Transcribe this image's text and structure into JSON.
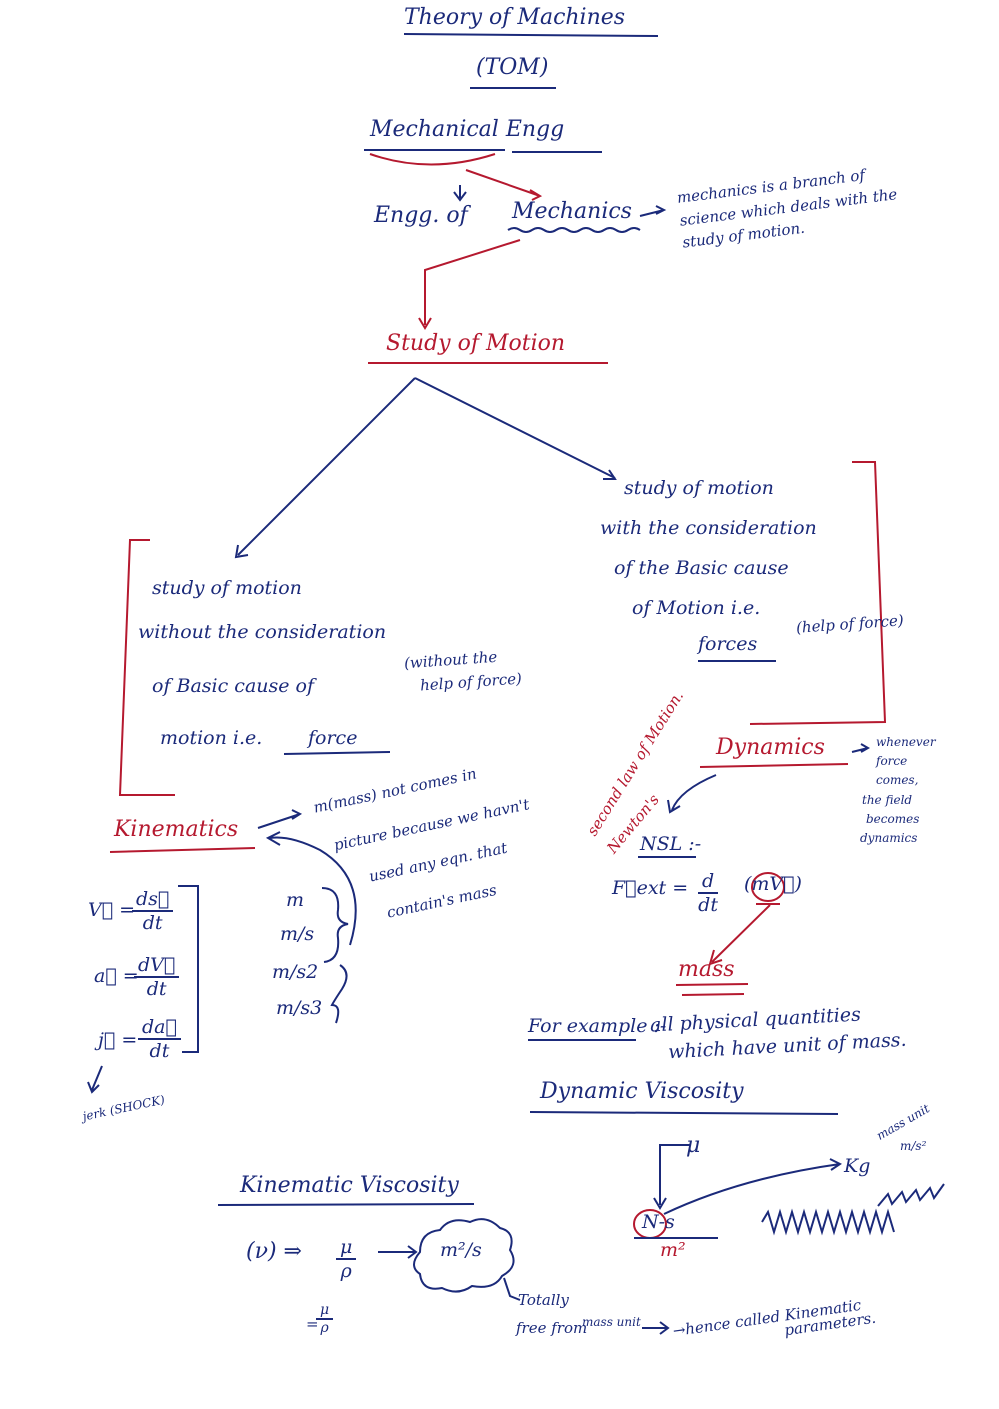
{
  "title": {
    "line1": "Theory of Machines",
    "line2": "(TOM)"
  },
  "top": {
    "mech_engg": "Mechanical Engg",
    "engg_of_mechanics": "Engg. of",
    "mechanics": "Mechanics",
    "mechanics_note": [
      "mechanics is a branch of",
      "science which deals with the",
      "study of motion."
    ],
    "study_of_motion": "Study of Motion"
  },
  "left_branch": {
    "lines": [
      "study of motion",
      "without the consideration",
      "of Basic cause of",
      "motion i.e."
    ],
    "force_word": "force",
    "aside": [
      "(without the",
      "help of force)"
    ],
    "kinematics": "Kinematics",
    "kin_note": [
      "m(mass) not comes in",
      "picture because we havn't",
      "used any eqn. that",
      "contain's mass"
    ],
    "eqs": [
      {
        "lhs": "V⃗ =",
        "num": "ds⃗",
        "den": "dt"
      },
      {
        "lhs": "a⃗ =",
        "num": "dV⃗",
        "den": "dt"
      },
      {
        "lhs": "j⃗ =",
        "num": "da⃗",
        "den": "dt"
      }
    ],
    "jerk": "jerk (SHOCK)",
    "units": [
      "m",
      "m/s",
      "m/s2",
      "m/s3"
    ]
  },
  "right_branch": {
    "lines": [
      "study of motion",
      "with the consideration",
      "of the Basic cause",
      "of Motion i.e."
    ],
    "forces_word": "forces",
    "aside": "(help of force)",
    "dynamics": "Dynamics",
    "dyn_note": [
      "whenever",
      "force",
      "comes,",
      "the field",
      "becomes",
      "dynamics"
    ],
    "newton_note": [
      "second law of Motion.",
      "Newton's"
    ],
    "nsl": "NSL :-",
    "fext": "F⃗ext =",
    "frac_num": "d",
    "frac_den": "dt",
    "mv": "(mV⃗)",
    "mass": "mass",
    "for_example": "For example :-",
    "example_text": [
      "all physical quantities",
      "which have unit of mass."
    ],
    "dynamic_viscosity": "Dynamic Viscosity",
    "mu": "μ",
    "n_s": "N-s",
    "m2": "m²",
    "kg_label": "Kg",
    "kg_unit": "m/s²",
    "mass_unit_note": "mass unit"
  },
  "bottom_left": {
    "kinematic_viscosity": "Kinematic Viscosity",
    "nu": "(ν) ⇒",
    "mu_over_rho_num": "μ",
    "mu_over_rho_den": "ρ",
    "m2s": "m²/s",
    "eq_sign": "=",
    "totally": "Totally",
    "free_from": "free from",
    "mass_unit": "mass unit",
    "hence": "→hence called Kinematic",
    "parameters": "parameters."
  },
  "colors": {
    "blue": "#1b2a7a",
    "red": "#b5192f"
  }
}
